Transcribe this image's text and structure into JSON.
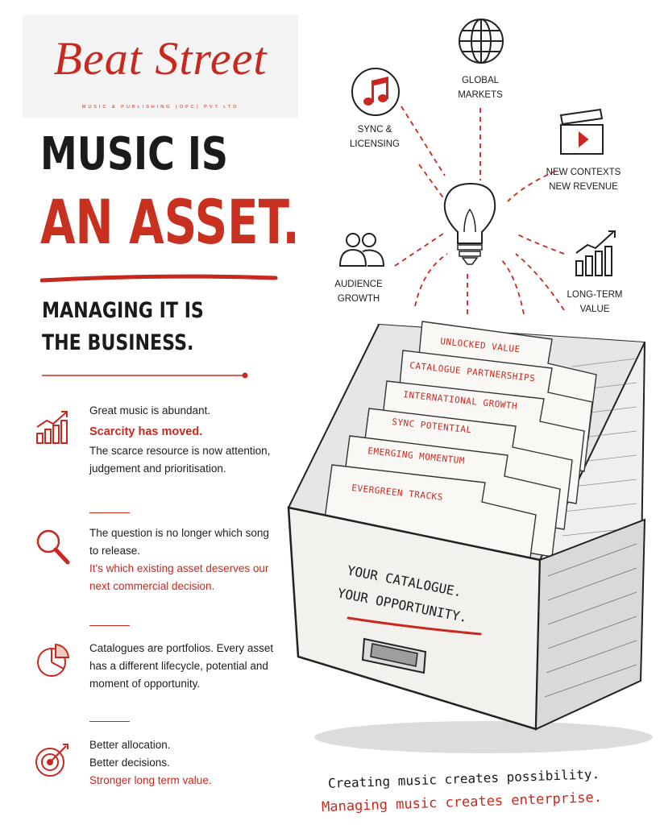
{
  "logo": {
    "name": "Beat Street",
    "sub": "MUSIC & PUBLISHING (OPC) PVT LTD"
  },
  "headline": {
    "line1": "MUSIC IS",
    "line2": "AN ASSET.",
    "sub1": "MANAGING IT IS",
    "sub2": "THE BUSINESS."
  },
  "points": [
    {
      "icon": "bar-chart-icon",
      "l1": "Great music is abundant.",
      "l2": "Scarcity has moved.",
      "l3": "The scarce resource is now attention, judgement and prioritisation."
    },
    {
      "icon": "magnifier-icon",
      "l1": "The question is no longer which song to release.",
      "l2": "It's which existing asset deserves our next commercial decision."
    },
    {
      "icon": "pie-chart-icon",
      "l1": "Catalogues are portfolios. Every asset has a different lifecycle, potential and moment of opportunity."
    },
    {
      "icon": "target-icon",
      "l1": "Better allocation.",
      "l2": "Better decisions.",
      "l3": "Stronger long term value."
    }
  ],
  "labels": {
    "global": [
      "GLOBAL",
      "MARKETS"
    ],
    "sync": [
      "SYNC &",
      "LICENSING"
    ],
    "contexts": [
      "NEW CONTEXTS",
      "NEW REVENUE"
    ],
    "audience": [
      "AUDIENCE",
      "GROWTH"
    ],
    "longterm": [
      "LONG-TERM",
      "VALUE"
    ]
  },
  "cards": [
    "UNLOCKED VALUE",
    "CATALOGUE PARTNERSHIPS",
    "INTERNATIONAL GROWTH",
    "SYNC POTENTIAL",
    "EMERGING MOMENTUM",
    "EVERGREEN TRACKS"
  ],
  "drawer": {
    "line1": "YOUR CATALOGUE.",
    "line2": "YOUR OPPORTUNITY."
  },
  "tagline": {
    "line1": "Creating music creates possibility.",
    "line2": "Managing music creates enterprise."
  },
  "colors": {
    "accent": "#c8281e",
    "ink": "#1b1b1b"
  }
}
